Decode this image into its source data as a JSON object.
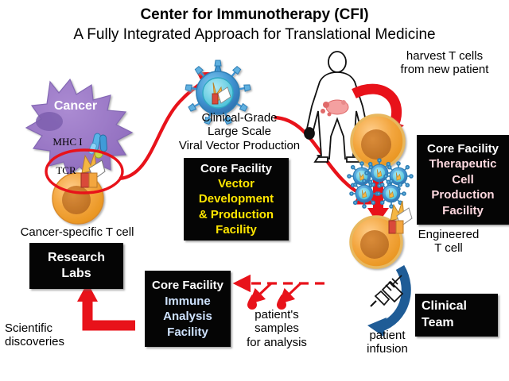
{
  "title": {
    "main": "Center for Immunotherapy (CFI)",
    "sub": "A Fully Integrated Approach for Translational Medicine"
  },
  "colors": {
    "red_arrow": "#e8121a",
    "blue_arrow": "#1f5c96",
    "cancer_cell": "#9b7cc4",
    "cancer_nucleus": "#7d5fae",
    "tcell_body": "#f0a33c",
    "tcell_nucleus": "#c8752a",
    "virus_blue": "#3f93d1",
    "box_bg": "#050505",
    "vector_text": "#ffe600",
    "therapeutic_text": "#ffd9e0",
    "immune_text": "#cfe3ff",
    "white": "#ffffff"
  },
  "labels": {
    "cancer": "Cancer",
    "mhc": "MHC I",
    "tcr": "TCR",
    "cancer_specific_tcell": "Cancer-specific T cell",
    "vector_production": [
      "Clinical-Grade",
      "Large Scale",
      "Viral Vector Production"
    ],
    "harvest": [
      "harvest T cells",
      "from new patient"
    ],
    "engineered": [
      "Engineered",
      "T cell"
    ],
    "patient_infusion": [
      "patient",
      "infusion"
    ],
    "patient_samples": [
      "patient's",
      "samples",
      "for analysis"
    ],
    "scientific_discoveries": [
      "Scientific",
      "discoveries"
    ]
  },
  "boxes": {
    "research_labs": {
      "lines": [
        "Research",
        "Labs"
      ],
      "colors": [
        "#ffffff",
        "#ffffff"
      ]
    },
    "vector_facility": {
      "lines": [
        "Core Facility",
        "Vector",
        "Development",
        "& Production",
        "Facility"
      ],
      "colors": [
        "#ffffff",
        "#ffe600",
        "#ffe600",
        "#ffe600",
        "#ffe600"
      ]
    },
    "therapeutic_facility": {
      "lines": [
        "Core Facility",
        "Therapeutic",
        "Cell",
        "Production",
        "Facility"
      ],
      "colors": [
        "#ffffff",
        "#ffd9e0",
        "#ffd9e0",
        "#ffd9e0",
        "#ffd9e0"
      ]
    },
    "immune_facility": {
      "lines": [
        "Core Facility",
        "Immune",
        "Analysis",
        "Facility"
      ],
      "colors": [
        "#ffffff",
        "#cfe3ff",
        "#cfe3ff",
        "#cfe3ff"
      ]
    },
    "clinical_team": {
      "lines": [
        "Clinical",
        "Team"
      ],
      "colors": [
        "#ffffff",
        "#ffffff"
      ]
    }
  },
  "icons": {
    "virus_large": "virus-particle-icon",
    "virus_small": "virus-particle-icon",
    "human": "human-body-icon",
    "tumor": "tumor-icon",
    "syringe": "syringe-icon",
    "blood_drop": "blood-drop-icon",
    "tcell": "t-cell-icon",
    "cancer_cell": "cancer-cell-icon",
    "mhc_complex": "mhc-receptor-icon",
    "tcr_complex": "tcr-receptor-icon"
  }
}
